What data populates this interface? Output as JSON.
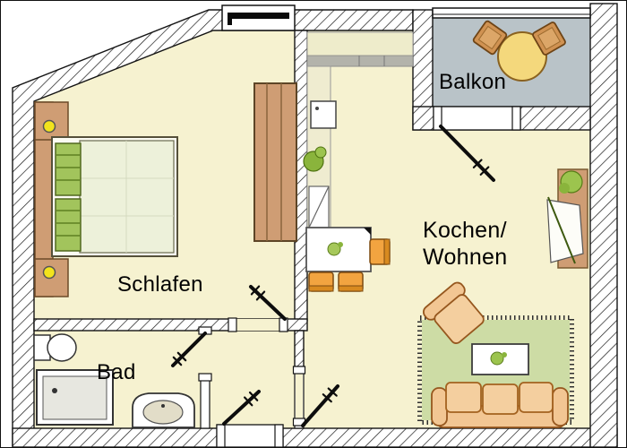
{
  "rooms": {
    "bedroom": {
      "label": "Schlafen"
    },
    "bath": {
      "label": "Bad"
    },
    "kitchen_living": {
      "line1": "Kochen/",
      "line2": "Wohnen"
    },
    "balcony": {
      "label": "Balkon"
    }
  },
  "colors": {
    "floor": "#f6f2d0",
    "balcony_floor": "#b9c3c8",
    "wall_hatch": "#1a1a1a",
    "rug": "#cddca5",
    "sofa_tan": "#f2c693",
    "wood_brown": "#cf9d74",
    "chair_orange": "#f2a440",
    "lamp_yellow": "#f2e31c",
    "pillow_green": "#a2c45c",
    "plant_green": "#8ab43c",
    "balcony_table_yellow": "#f4d87c",
    "label_text": "#000000"
  }
}
